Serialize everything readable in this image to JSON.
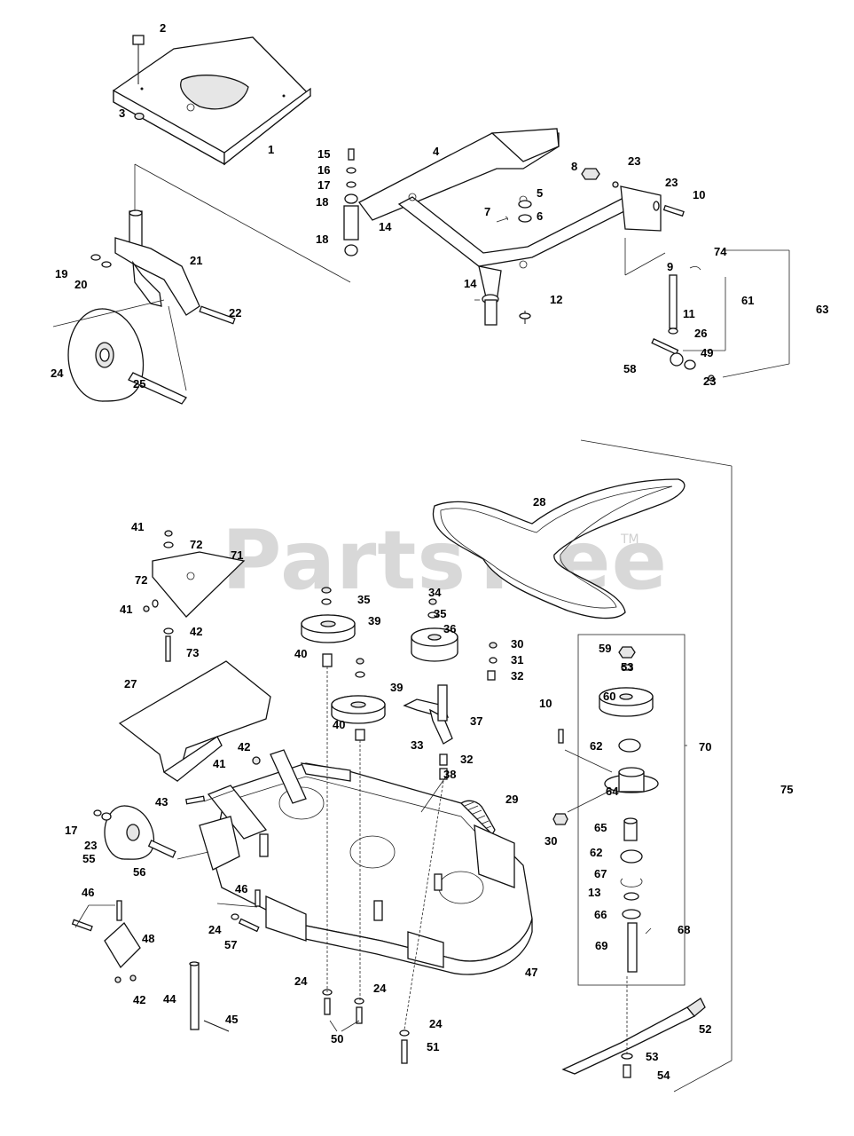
{
  "watermark": {
    "text": "PartsTree",
    "trademark": "TM"
  },
  "top_assembly": {
    "callouts": [
      "1",
      "2",
      "3",
      "4",
      "5",
      "6",
      "7",
      "8",
      "9",
      "10",
      "11",
      "12",
      "14",
      "14",
      "15",
      "16",
      "17",
      "18",
      "18",
      "19",
      "20",
      "21",
      "22",
      "23",
      "23",
      "24",
      "25",
      "26",
      "49",
      "58",
      "61",
      "63",
      "74",
      "7"
    ]
  },
  "bottom_assembly": {
    "callouts": [
      "23",
      "27",
      "28",
      "29",
      "30",
      "30",
      "31",
      "32",
      "32",
      "33",
      "34",
      "35",
      "35",
      "36",
      "37",
      "38",
      "39",
      "39",
      "40",
      "40",
      "41",
      "41",
      "41",
      "42",
      "42",
      "42",
      "43",
      "44",
      "45",
      "46",
      "46",
      "47",
      "48",
      "50",
      "51",
      "52",
      "53",
      "53",
      "54",
      "55",
      "56",
      "57",
      "59",
      "60",
      "62",
      "62",
      "64",
      "65",
      "66",
      "67",
      "68",
      "69",
      "70",
      "71",
      "72",
      "72",
      "73",
      "75",
      "10",
      "13",
      "17",
      "23",
      "24",
      "24",
      "24",
      "24"
    ]
  }
}
